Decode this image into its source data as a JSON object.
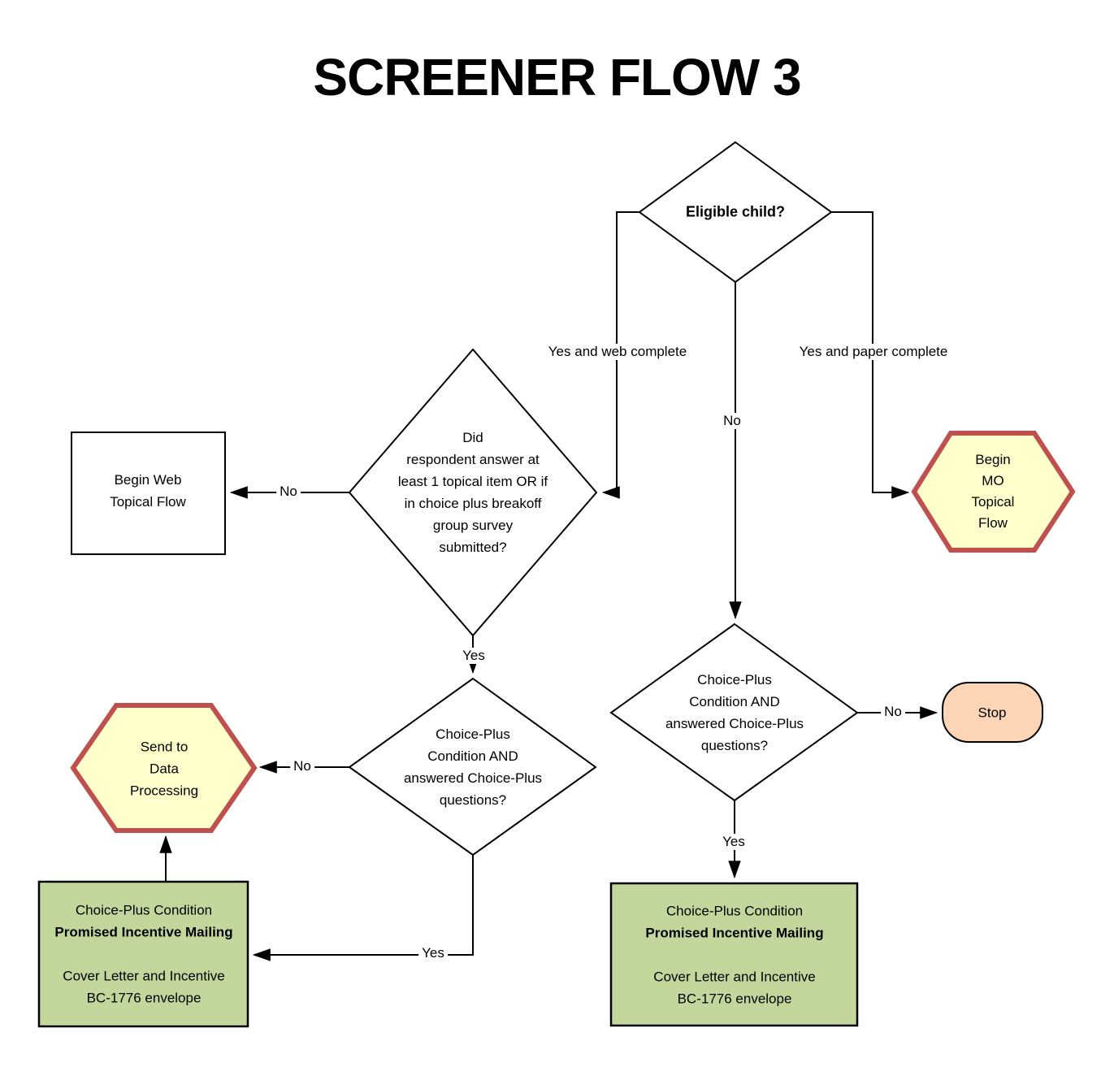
{
  "title": "SCREENER FLOW 3",
  "colors": {
    "hexagon_fill": "#FFFFCC",
    "hexagon_border": "#C0504D",
    "stop_fill": "#FBD5B5",
    "green_box_fill": "#C3D69B",
    "shape_border": "#000000",
    "connector": "#000000",
    "background": "#FFFFFF"
  },
  "nodes": {
    "eligible_child": {
      "label": "Eligible child?"
    },
    "did_respondent": {
      "label": "Did\nrespondent answer at\nleast 1 topical item OR if\nin choice plus breakoff\ngroup survey\nsubmitted?"
    },
    "begin_web": {
      "label": "Begin Web\nTopical Flow"
    },
    "begin_mo": {
      "label": "Begin\nMO\nTopical\nFlow"
    },
    "choice_plus_left": {
      "label": "Choice-Plus\nCondition AND\nanswered Choice-Plus\nquestions?"
    },
    "choice_plus_right": {
      "label": "Choice-Plus\nCondition AND\nanswered Choice-Plus\nquestions?"
    },
    "send_to_data_processing": {
      "label": "Send to\nData\nProcessing"
    },
    "stop": {
      "label": "Stop"
    },
    "incentive_left": {
      "line1": "Choice-Plus Condition",
      "line2_bold": "Promised Incentive Mailing",
      "line3": "Cover Letter and Incentive",
      "line4": "BC-1776 envelope"
    },
    "incentive_right": {
      "line1": "Choice-Plus Condition",
      "line2_bold": "Promised Incentive Mailing",
      "line3": "Cover Letter and Incentive",
      "line4": "BC-1776 envelope"
    }
  },
  "edge_labels": {
    "yes_web": "Yes and web complete",
    "yes_paper": "Yes and paper complete",
    "no_center": "No",
    "no_to_begin_web": "No",
    "yes_to_choice_left": "Yes",
    "no_to_send_dp": "No",
    "yes_to_incentive_left": "Yes",
    "no_to_stop": "No",
    "yes_to_incentive_right": "Yes"
  }
}
